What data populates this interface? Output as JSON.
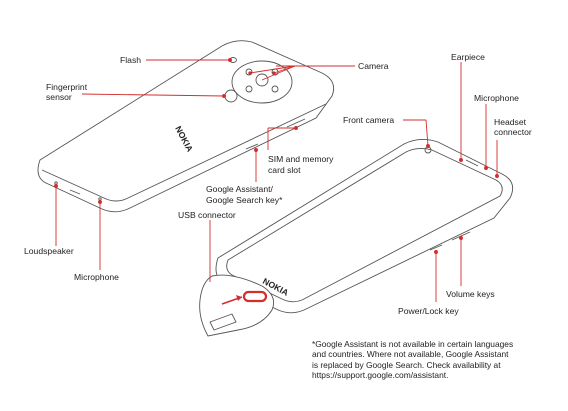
{
  "labels": {
    "flash": "Flash",
    "camera": "Camera",
    "fingerprint_line1": "Fingerprint",
    "fingerprint_line2": "sensor",
    "earpiece": "Earpiece",
    "microphone_top": "Microphone",
    "headset_line1": "Headset",
    "headset_line2": "connector",
    "front_camera": "Front camera",
    "sim_line1": "SIM and memory",
    "sim_line2": "card slot",
    "assistant_line1": "Google Assistant/",
    "assistant_line2": "Google Search key*",
    "usb": "USB connector",
    "loudspeaker": "Loudspeaker",
    "microphone_bottom": "Microphone",
    "power": "Power/Lock key",
    "volume": "Volume keys",
    "brand": "NOKIA"
  },
  "footnote": {
    "line1": "*Google Assistant is not available in certain languages",
    "line2": "and countries. Where not available, Google Assistant",
    "line3": "is replaced by Google Search. Check availability at",
    "line4": "https://support.google.com/assistant."
  },
  "colors": {
    "accent": "#d42d2d",
    "outline": "#555555"
  }
}
